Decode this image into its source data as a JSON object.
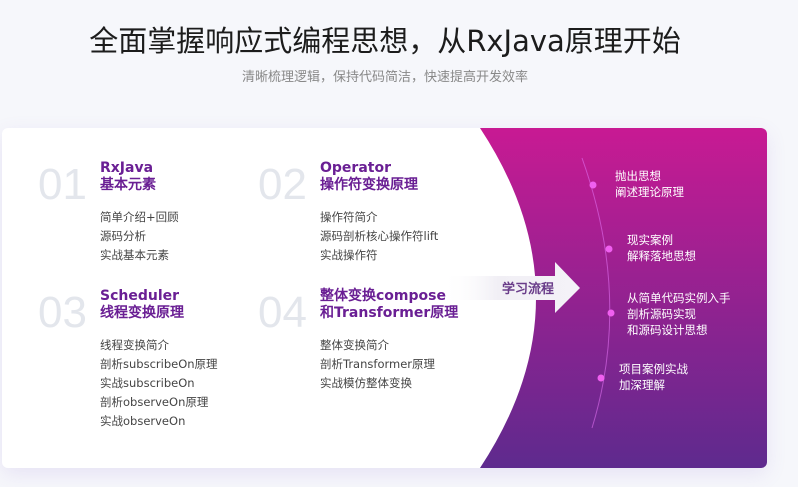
{
  "header": {
    "title": "全面掌握响应式编程思想，从RxJava原理开始",
    "subtitle": "清晰梳理逻辑，保持代码简洁，快速提高开发效率"
  },
  "sections": [
    {
      "num": "01",
      "title1": "RxJava",
      "title2": "基本元素",
      "items": [
        "简单介绍+回顾",
        "源码分析",
        "实战基本元素"
      ]
    },
    {
      "num": "02",
      "title1": "Operator",
      "title2": "操作符变换原理",
      "items": [
        "操作符简介",
        "源码剖析核心操作符lift",
        "实战操作符"
      ]
    },
    {
      "num": "03",
      "title1": "Scheduler",
      "title2": "线程变换原理",
      "items": [
        "线程变换简介",
        "剖析subscribeOn原理",
        "实战subscribeOn",
        "剖析observeOn原理",
        "实战observeOn"
      ]
    },
    {
      "num": "04",
      "title1": "整体变换compose",
      "title2": "和Transformer原理",
      "items": [
        "整体变换简介",
        "剖析Transformer原理",
        "实战模仿整体变换"
      ]
    }
  ],
  "flow": {
    "label": "学习流程",
    "steps": [
      [
        "抛出思想",
        "阐述理论原理"
      ],
      [
        "现实案例",
        "解释落地思想"
      ],
      [
        "从简单代码实例入手",
        "剖析源码实现",
        "和源码设计思想"
      ],
      [
        "项目案例实战",
        "加深理解"
      ]
    ]
  },
  "colors": {
    "accent": "#6a1f94",
    "gradient_top": "#c81a93",
    "gradient_bottom": "#5e2a8e"
  }
}
